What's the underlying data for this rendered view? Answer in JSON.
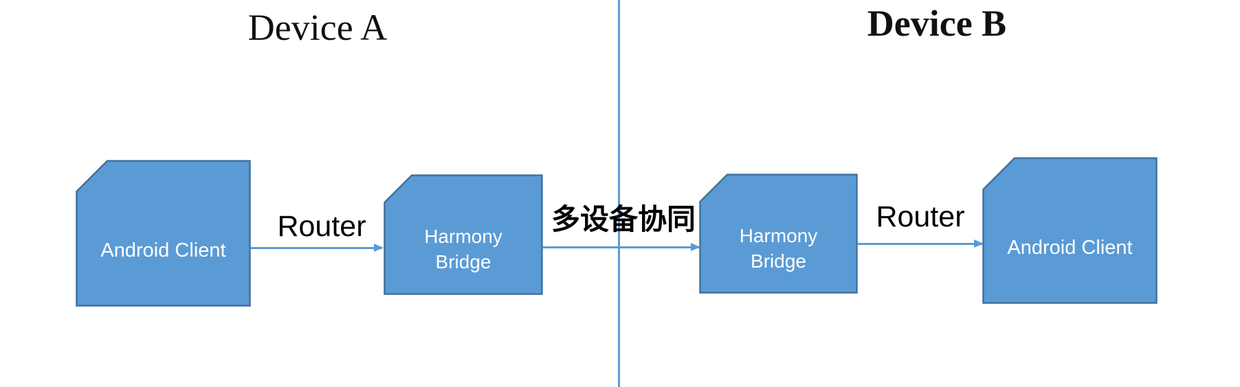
{
  "diagram": {
    "kind": "two-device collaboration architecture",
    "colors": {
      "node_fill": "#5b9bd5",
      "node_border": "#41719c",
      "connector": "#5b9bd5",
      "node_text": "#ffffff",
      "label_text": "#000000"
    },
    "device_a": {
      "title": "Device A",
      "android_client": {
        "label": "Android Client"
      },
      "harmony_bridge": {
        "label": "Harmony Bridge"
      },
      "router_label": "Router"
    },
    "device_b": {
      "title": "Device B",
      "harmony_bridge": {
        "label": "Harmony Bridge"
      },
      "android_client": {
        "label": "Android Client"
      },
      "router_label": "Router"
    },
    "center_link": {
      "label": "多设备协同"
    }
  }
}
